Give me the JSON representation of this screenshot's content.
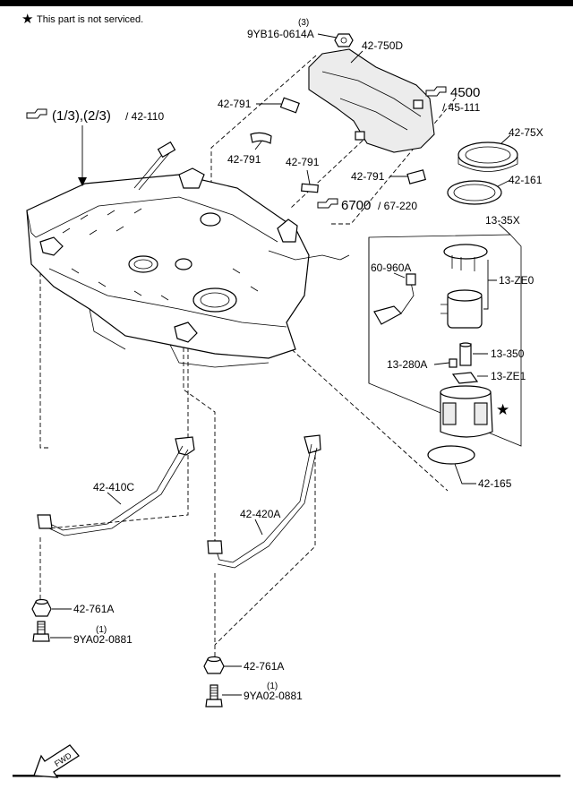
{
  "note": {
    "star": "★",
    "text": "This part is not serviced."
  },
  "labels": {
    "p_9yb16_qty": "(3)",
    "p_9yb16": "9YB16-0614A",
    "p_42_750d": "42-750D",
    "p_42_791_a": "42-791",
    "p_42_791_b": "42-791",
    "p_42_791_c": "42-791",
    "p_42_791_d": "42-791",
    "p_42_110": "/ 42-110",
    "p_42_110_ref": "(1/3),(2/3)",
    "p_4500": "4500",
    "p_45_111": "/ 45-111",
    "p_42_75x": "42-75X",
    "p_42_161": "42-161",
    "p_6700": "6700",
    "p_67_220": "/ 67-220",
    "p_13_35x": "13-35X",
    "p_60_960a": "60-960A",
    "p_13_ze0": "13-ZE0",
    "p_13_280a": "13-280A",
    "p_13_350": "13-350",
    "p_13_ze1": "13-ZE1",
    "p_star": "★",
    "p_42_165": "42-165",
    "p_42_410c": "42-410C",
    "p_42_420a": "42-420A",
    "p_42_761a_a": "42-761A",
    "p_9ya02_qty_a": "(1)",
    "p_9ya02_a": "9YA02-0881",
    "p_42_761a_b": "42-761A",
    "p_9ya02_qty_b": "(1)",
    "p_9ya02_b": "9YA02-0881",
    "fwd": "FWD"
  },
  "icons": [
    "star-icon",
    "reference-hand-icon",
    "fwd-arrow-icon"
  ]
}
